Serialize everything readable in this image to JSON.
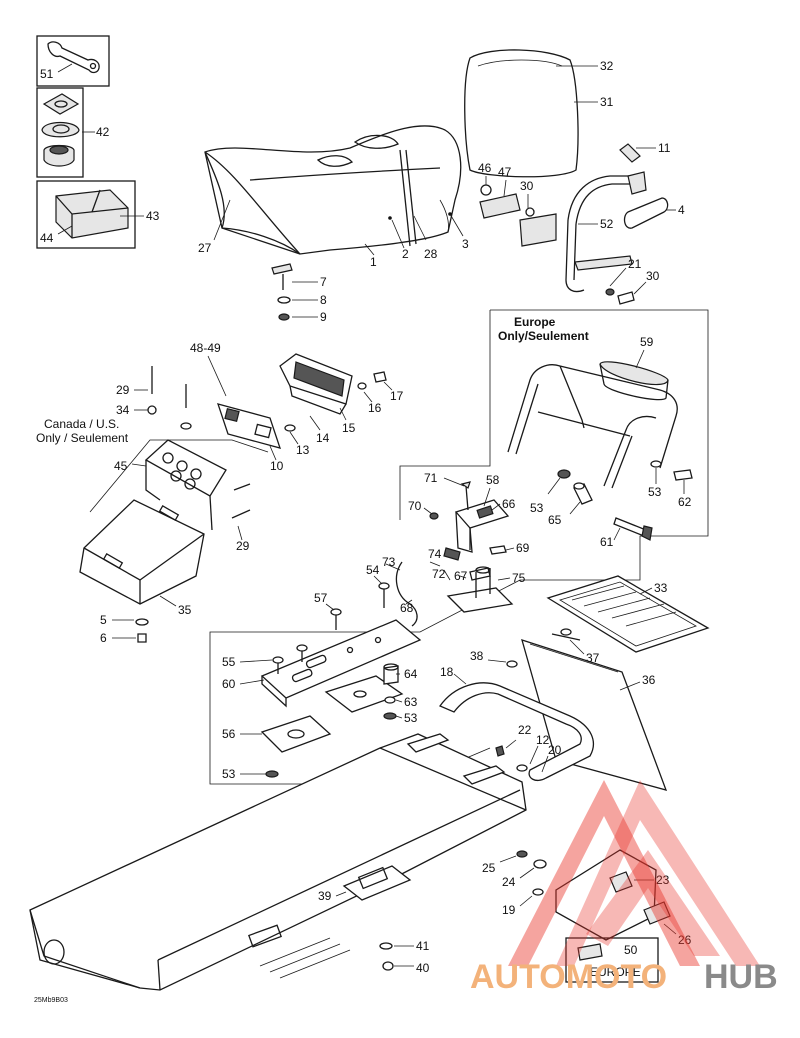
{
  "diagram": {
    "notes": {
      "europe_line1": "Europe",
      "europe_line2": "Only/Seulement",
      "canada_line1": "Canada / U.S.",
      "canada_line2": "Only / Seulement",
      "europe_box": "EUROPE",
      "drawing_code": "25Mb9B03"
    },
    "callouts": {
      "c51": "51",
      "c42": "42",
      "c43": "43",
      "c44": "44",
      "c27": "27",
      "c1": "1",
      "c2": "2",
      "c28": "28",
      "c3": "3",
      "c32": "32",
      "c31": "31",
      "c11": "11",
      "c46": "46",
      "c47": "47",
      "c30a": "30",
      "c52": "52",
      "c4": "4",
      "c21": "21",
      "c30b": "30",
      "c7": "7",
      "c8": "8",
      "c9": "9",
      "c48_49": "48-49",
      "c29a": "29",
      "c34": "34",
      "c45": "45",
      "c10": "10",
      "c13": "13",
      "c14": "14",
      "c15": "15",
      "c16": "16",
      "c17": "17",
      "c29b": "29",
      "c35": "35",
      "c5": "5",
      "c6": "6",
      "c59": "59",
      "c71": "71",
      "c58": "58",
      "c66": "66",
      "c70": "70",
      "c53a": "53",
      "c65": "65",
      "c53b": "53",
      "c62": "62",
      "c61": "61",
      "c74": "74",
      "c69": "69",
      "c73": "73",
      "c72": "72",
      "c67": "67",
      "c75": "75",
      "c68": "68",
      "c54": "54",
      "c57": "57",
      "c33": "33",
      "c55": "55",
      "c64": "64",
      "c60": "60",
      "c63": "63",
      "c53c": "53",
      "c56": "56",
      "c53d": "53",
      "c38": "38",
      "c37": "37",
      "c18": "18",
      "c36": "36",
      "c22": "22",
      "c12": "12",
      "c20": "20",
      "c25": "25",
      "c24": "24",
      "c23": "23",
      "c19": "19",
      "c26": "26",
      "c50": "50",
      "c39": "39",
      "c41": "41",
      "c40": "40"
    },
    "watermark": {
      "text_red": "AUTOMOTO",
      "text_grey": "HUB",
      "color_red": "#e8352b",
      "color_text_red": "#f3b27a",
      "color_text_grey": "#8a8a8a"
    }
  }
}
